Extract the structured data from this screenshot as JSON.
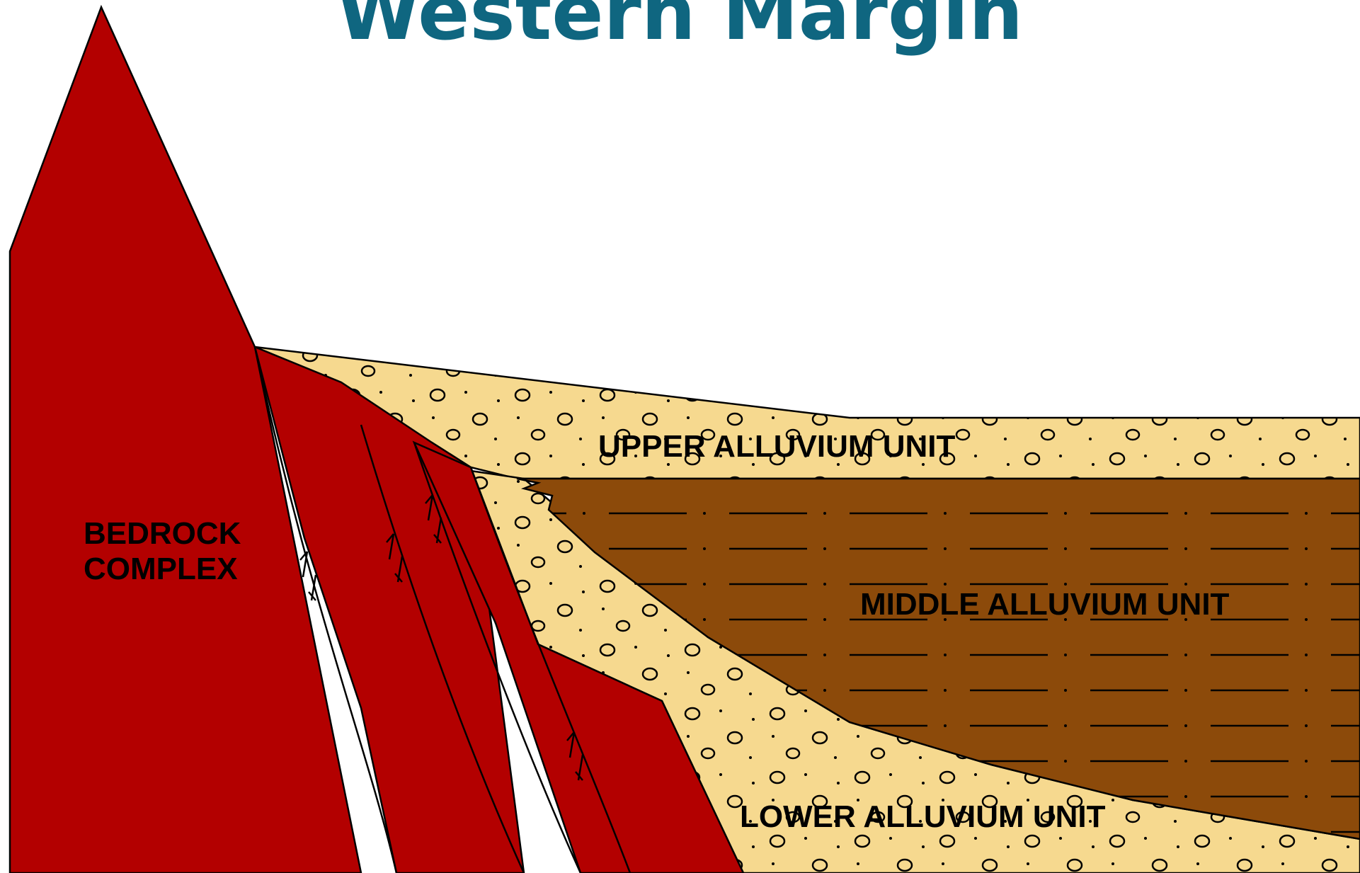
{
  "title": "Western Margin",
  "labels": {
    "bedrock_line1": "BEDROCK",
    "bedrock_line2": "COMPLEX",
    "upper": "UPPER ALLUVIUM UNIT",
    "middle": "MIDDLE ALLUVIUM UNIT",
    "lower": "LOWER ALLUVIUM UNIT"
  },
  "colors": {
    "title": "#0f6680",
    "bedrock": "#b30000",
    "alluvium_gravel": "#f6d98f",
    "middle_alluvium": "#8c4a0a",
    "outline": "#000000"
  }
}
